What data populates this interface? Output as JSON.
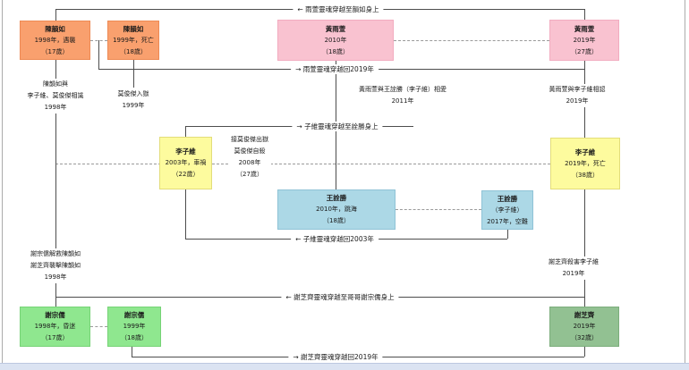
{
  "diagram": {
    "boxes": [
      {
        "name": "陳韻如",
        "lines": [
          "1998年，遇襲",
          "（17歲）"
        ]
      },
      {
        "name": "陳韻如",
        "lines": [
          "1999年，死亡",
          "（18歲）"
        ]
      },
      {
        "name": "黃雨萱",
        "lines": [
          "2010年",
          "（18歲）"
        ]
      },
      {
        "name": "黃雨萱",
        "lines": [
          "2019年",
          "（27歲）"
        ]
      },
      {
        "name": "李子維",
        "lines": [
          "2003年，車禍",
          "（22歲）"
        ]
      },
      {
        "name": "李子維",
        "lines": [
          "2019年，死亡",
          "（38歲）"
        ]
      },
      {
        "name": "王詮勝",
        "lines": [
          "2010年，跳海",
          "（18歲）"
        ]
      },
      {
        "name": "王詮勝",
        "lines": [
          "（李子維）",
          "2017年，空難"
        ]
      },
      {
        "name": "謝宗儒",
        "lines": [
          "1998年，昏迷",
          "（17歲）"
        ]
      },
      {
        "name": "謝宗儒",
        "lines": [
          "1999年",
          "（18歲）"
        ]
      },
      {
        "name": "謝芝齊",
        "lines": [
          "2019年",
          "（32歲）"
        ]
      }
    ],
    "annotations": [
      {
        "lines": [
          "陳韻如與",
          "李子維、莫俊傑相識",
          "1998年"
        ]
      },
      {
        "lines": [
          "莫俊傑入獄",
          "1999年"
        ]
      },
      {
        "lines": [
          "黃雨萱與王詮勝（李子維）相愛",
          "2011年"
        ]
      },
      {
        "lines": [
          "黃雨萱與李子維相認",
          "2019年"
        ]
      },
      {
        "lines": [
          "接莫俊傑出獄",
          "莫俊傑自殺",
          "2008年",
          "（27歲）"
        ]
      },
      {
        "lines": [
          "謝宗儒解救陳韻如",
          "謝芝齊襲擊陳韻如",
          "1998年"
        ]
      },
      {
        "lines": [
          "謝芝齊殺害李子維",
          "2019年"
        ]
      }
    ],
    "flow_labels": [
      {
        "text": "← 雨萱靈魂穿越至韻如身上"
      },
      {
        "text": "→ 雨萱靈魂穿越回2019年"
      },
      {
        "text": "→ 子維靈魂穿越至詮勝身上"
      },
      {
        "text": "← 子維靈魂穿越回2003年"
      },
      {
        "text": "← 謝芝齊靈魂穿越至哥哥謝宗儒身上"
      },
      {
        "text": "→ 謝芝齊靈魂穿越回2019年"
      }
    ],
    "colors": {
      "orange": "#F9A06E",
      "pink": "#F9C2D0",
      "yellow": "#FDFB9E",
      "blue": "#ACD8E6",
      "green": "#8FE78F",
      "sage": "#92C192",
      "solid_line": "#4D4D4D",
      "dashed_line": "#9A9A9A",
      "bottom_bar": "#DBE3F2"
    }
  }
}
